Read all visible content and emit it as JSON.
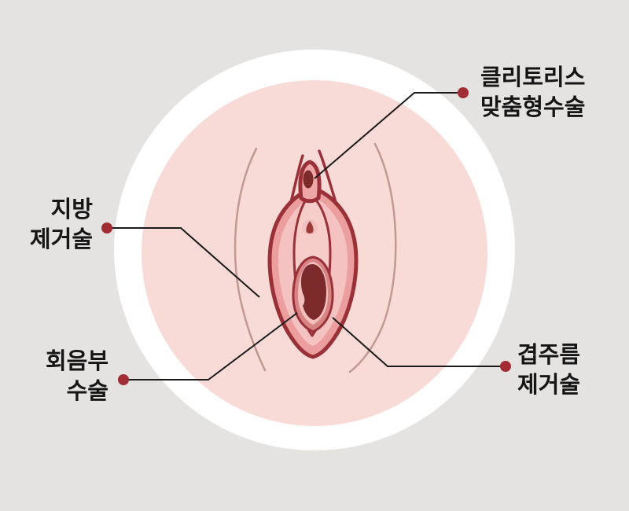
{
  "palette": {
    "bg": "#e4e3e2",
    "circle-white": "#ffffff",
    "circle-pink": "#f8dbd7",
    "crease": "#c29893",
    "line": "#1a1a1a",
    "accent": "#a22c34",
    "text": "#151515",
    "skin-mid": "#ec9e9e",
    "skin-light": "#f5c2c2",
    "skin-lighter": "#f7cdc9",
    "ring": "#d98484",
    "ring-light": "#f2c0be",
    "deep": "#7d2a2a",
    "hood": "#efa6a6",
    "urethra": "#9c3a3a",
    "outline": "#9b3138"
  },
  "labels": [
    {
      "id": "clitoris-custom-surgery",
      "lines": [
        "클리토리스",
        "맞춤형수술"
      ]
    },
    {
      "id": "fat-removal",
      "lines": [
        "지방",
        "제거술"
      ]
    },
    {
      "id": "perineum-surgery",
      "lines": [
        "회음부",
        "수술"
      ]
    },
    {
      "id": "fold-removal",
      "lines": [
        "겹주름",
        "제거술"
      ]
    }
  ]
}
